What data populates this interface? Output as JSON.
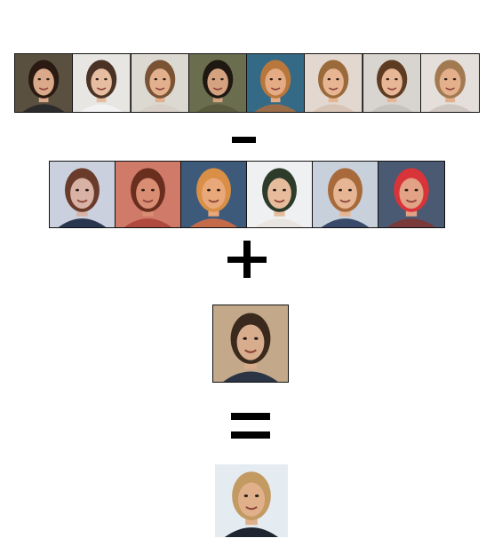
{
  "rows": [
    {
      "id": "row1",
      "faces": [
        {
          "bg": "#5a5040",
          "skin": "#d9a98a",
          "hair": "#2a1a12",
          "shirt": "#2b2b2b"
        },
        {
          "bg": "#e8e6e3",
          "skin": "#e6bda1",
          "hair": "#4a3325",
          "shirt": "#f2f2f2"
        },
        {
          "bg": "#dcd8d2",
          "skin": "#e2b08c",
          "hair": "#7a5334",
          "shirt": "#d8cfc7"
        },
        {
          "bg": "#6a6e4e",
          "skin": "#d4a27f",
          "hair": "#1f1812",
          "shirt": "#5a5a3e"
        },
        {
          "bg": "#356a86",
          "skin": "#e4ab84",
          "hair": "#b9773b",
          "shirt": "#9a6d48"
        },
        {
          "bg": "#e2d8cf",
          "skin": "#e7b591",
          "hair": "#9b6a3a",
          "shirt": "#d7c4b6"
        },
        {
          "bg": "#d8d4cf",
          "skin": "#e7b696",
          "hair": "#5e3c22",
          "shirt": "#c6c2be"
        },
        {
          "bg": "#e4dfda",
          "skin": "#e4b08c",
          "hair": "#a27a52",
          "shirt": "#d0c7c0"
        }
      ]
    },
    {
      "id": "row2",
      "faces": [
        {
          "bg": "#cbd0de",
          "skin": "#d8b2a4",
          "hair": "#6a3b2b",
          "shirt": "#2a3550"
        },
        {
          "bg": "#d07a6a",
          "skin": "#d98e74",
          "hair": "#6a2e1e",
          "shirt": "#b04a3e"
        },
        {
          "bg": "#3d5a7a",
          "skin": "#e8a87a",
          "hair": "#d98f46",
          "shirt": "#c46b4a"
        },
        {
          "bg": "#eef0f2",
          "skin": "#e6bc9c",
          "hair": "#2c3b2a",
          "shirt": "#e8e4e0"
        },
        {
          "bg": "#c8d0dc",
          "skin": "#e6b694",
          "hair": "#a86a3a",
          "shirt": "#3a4a6a"
        },
        {
          "bg": "#4a5a72",
          "skin": "#e2a286",
          "hair": "#d8343a",
          "shirt": "#7a3a3a"
        }
      ]
    }
  ],
  "singles": [
    {
      "id": "single1",
      "bg": "#c4a88a",
      "skin": "#d8ad8e",
      "hair": "#3a2a1e",
      "shirt": "#2a3444"
    },
    {
      "id": "single2",
      "bg": "#e4ecf2",
      "skin": "#e0b08a",
      "hair": "#c29a62",
      "shirt": "#1e2430"
    }
  ]
}
